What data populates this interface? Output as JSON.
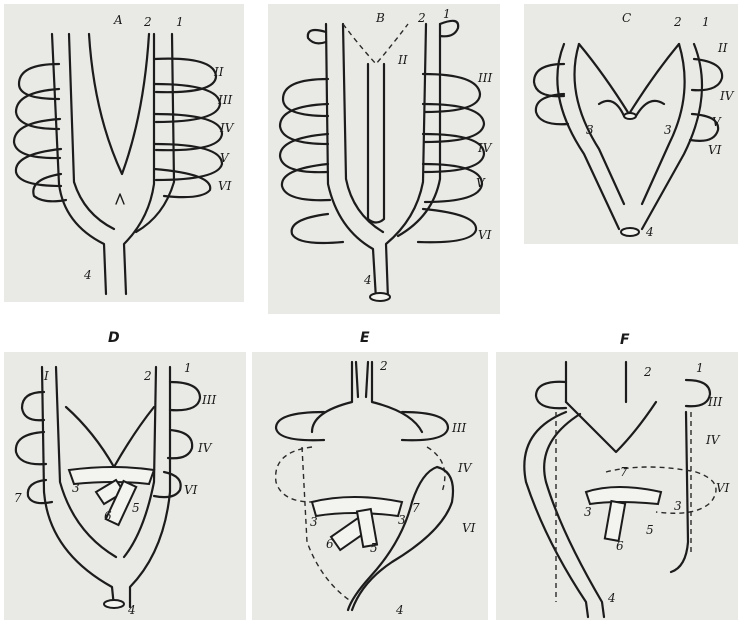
{
  "panels": {
    "A": {
      "letter": "A",
      "arches": [
        "1",
        "2",
        "II",
        "III",
        "IV",
        "V",
        "VI"
      ],
      "numbers": [
        "4"
      ]
    },
    "B": {
      "letter": "B",
      "arches": [
        "1",
        "2",
        "II",
        "III",
        "IV",
        "V",
        "VI"
      ],
      "numbers": [
        "4"
      ]
    },
    "C": {
      "letter": "C",
      "arches": [
        "1",
        "2",
        "II",
        "IV",
        "V",
        "VI"
      ],
      "numbers": [
        "3",
        "3",
        "4"
      ]
    },
    "D": {
      "letter": "D",
      "arches": [
        "I",
        "1",
        "2",
        "III",
        "IV",
        "VI"
      ],
      "numbers": [
        "3",
        "5",
        "6",
        "7",
        "4"
      ]
    },
    "E": {
      "letter": "E",
      "arches": [
        "2",
        "III",
        "IV",
        "VI"
      ],
      "numbers": [
        "3",
        "3",
        "5",
        "6",
        "7",
        "4"
      ]
    },
    "F": {
      "letter": "F",
      "arches": [
        "2",
        "1",
        "III",
        "IV",
        "VI"
      ],
      "numbers": [
        "3",
        "3",
        "5",
        "6",
        "7",
        "4"
      ]
    }
  }
}
